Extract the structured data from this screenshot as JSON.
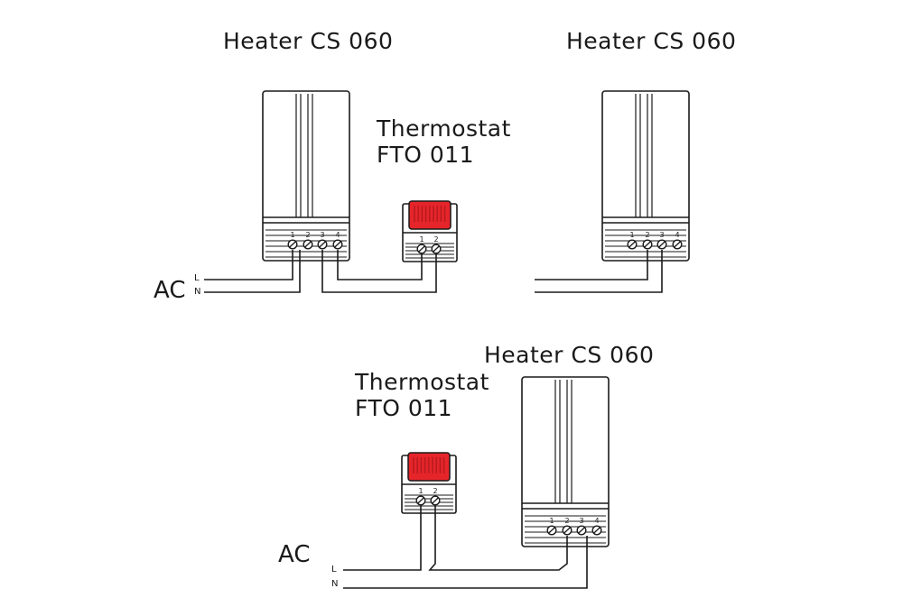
{
  "labels": {
    "heater": "Heater CS 060",
    "thermostat_line1": "Thermostat",
    "thermostat_line2": "FTO 011",
    "ac": "AC",
    "L": "L",
    "N": "N"
  },
  "heater_terminals": [
    "1",
    "2",
    "3",
    "4"
  ],
  "thermostat_terminals": [
    "1",
    "2"
  ],
  "colors": {
    "line": "#1a1a1a",
    "thermostat_red": "#e5252a",
    "thermostat_red_dark": "#b51a1f"
  },
  "icons": {
    "heater": "heater-icon",
    "thermostat": "thermostat-icon",
    "terminal": "screw-terminal-icon"
  }
}
